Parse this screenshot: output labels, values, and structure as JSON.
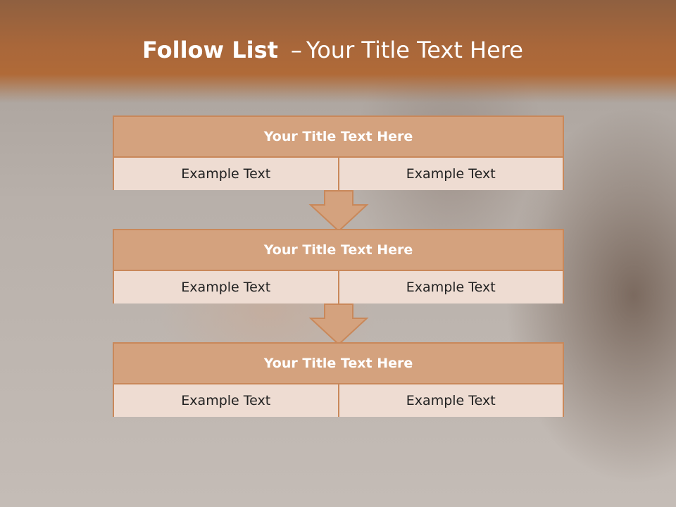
{
  "slide": {
    "title_bold": "Follow List",
    "title_sep": "–",
    "title_rest": "Your Title Text Here"
  },
  "blocks": [
    {
      "title": "Your Title Text Here",
      "left": "Example Text",
      "right": "Example Text"
    },
    {
      "title": "Your Title Text Here",
      "left": "Example Text",
      "right": "Example Text"
    },
    {
      "title": "Your Title Text Here",
      "left": "Example Text",
      "right": "Example Text"
    }
  ],
  "colors": {
    "header": "#b06a38",
    "block_title": "#d4a27e",
    "block_cell": "#eedcd2",
    "border": "#c9885a"
  }
}
